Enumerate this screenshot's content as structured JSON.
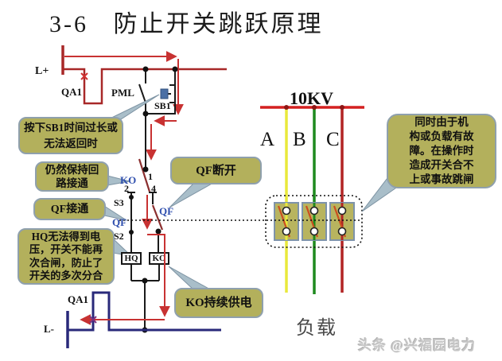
{
  "title": "3-6   防止开关跳跃原理",
  "watermark": "头条 @兴福园电力",
  "control_circuit": {
    "l_plus": "L+",
    "qa1_top": "QA1",
    "pml": "PML",
    "sb1": "SB1",
    "ko_contact": "KO",
    "terminal_1": "1",
    "terminal_2": "2",
    "terminal_4": "4",
    "s3": "S3",
    "qf_left": "QF",
    "s2": "S2",
    "qf_right": "QF",
    "hq_coil": "HQ",
    "ko_coil": "KO",
    "qa1_bottom": "QA1",
    "l_minus": "L-"
  },
  "power_circuit": {
    "bus_label": "10KV",
    "phases": [
      "A",
      "B",
      "C"
    ],
    "load_label": "负载"
  },
  "callouts": {
    "sb1_pressed": {
      "lines": [
        "按下SB1时间过长或",
        "无法返回时"
      ]
    },
    "keep_circuit": {
      "lines": [
        "仍然保持回",
        "路接通"
      ]
    },
    "qf_on": {
      "lines": [
        "QF接通"
      ]
    },
    "hq_blocked": {
      "lines": [
        "HQ无法得到电",
        "压，开关不能再",
        "次合闸，防止了",
        "开关的多次分合"
      ]
    },
    "qf_open": {
      "lines": [
        "QF断开"
      ]
    },
    "ko_supply": {
      "lines": [
        "KO持续供电"
      ]
    },
    "fault": {
      "lines": [
        "同时由于机",
        "构或负载有故",
        "障。在操作时",
        "造成开关合不",
        "上或事故跳闸"
      ]
    }
  },
  "colors": {
    "bubble_fill": "#b3b05c",
    "wire_red": "#a82828",
    "arrow_red": "#c83232",
    "wire_black": "#1a1a1a",
    "waveform_blue": "#29297a",
    "label_blue": "#2f4fae",
    "phase_a_yellow": "#e9e93c",
    "phase_b_green": "#1e8a1e",
    "phase_c_red": "#b22424",
    "bus_red": "#d42020"
  }
}
